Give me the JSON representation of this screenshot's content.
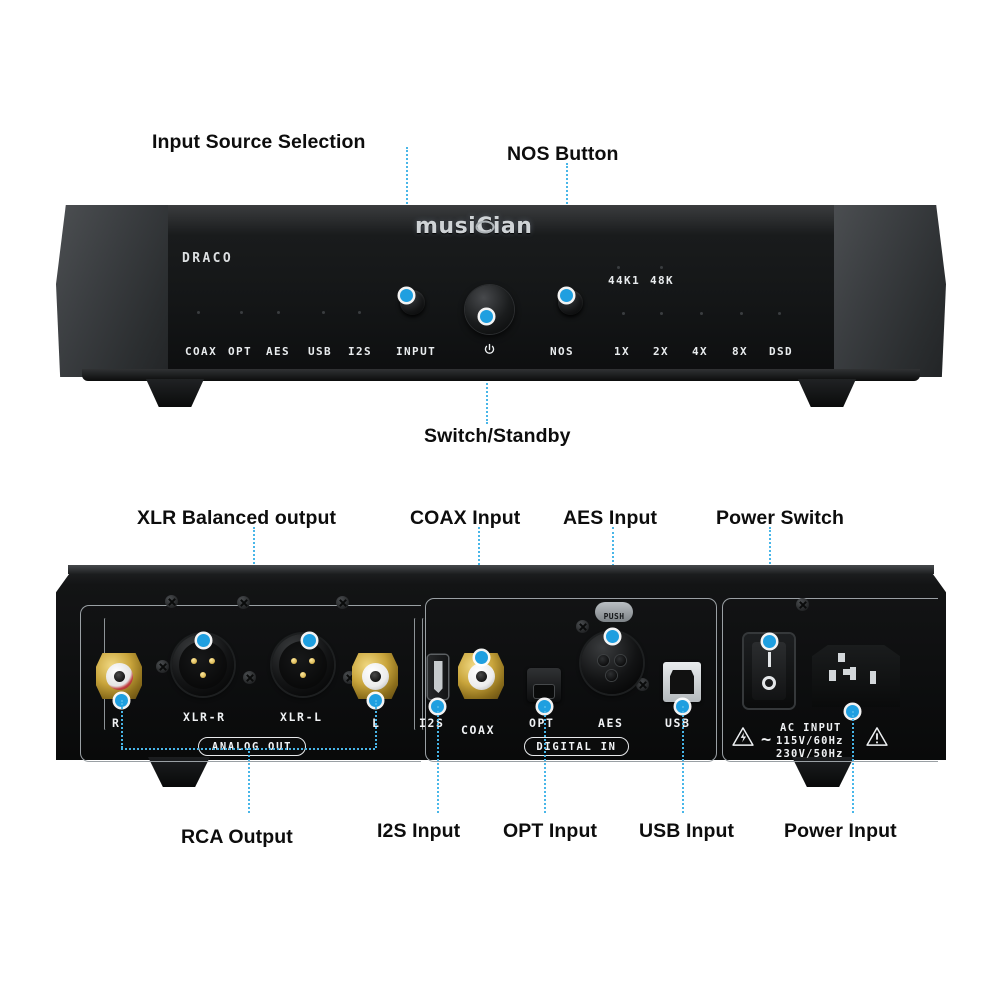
{
  "product": {
    "brand": "MUSICIAN",
    "model": "DRACO"
  },
  "front": {
    "callouts": {
      "input_source": "Input Source Selection",
      "nos_button": "NOS Button",
      "switch_standby": "Switch/Standby"
    },
    "input_labels": [
      "COAX",
      "OPT",
      "AES",
      "USB",
      "I2S"
    ],
    "button_labels": {
      "input": "INPUT",
      "power": "power-symbol",
      "nos": "NOS"
    },
    "rate_labels_top": [
      "44K1",
      "48K"
    ],
    "rate_labels_bottom": [
      "1X",
      "2X",
      "4X",
      "8X",
      "DSD"
    ]
  },
  "rear": {
    "callouts_top": {
      "xlr": "XLR Balanced output",
      "coax": "COAX Input",
      "aes": "AES Input",
      "power_switch": "Power Switch"
    },
    "callouts_bottom": {
      "rca": "RCA Output",
      "i2s": "I2S Input",
      "opt": "OPT Input",
      "usb": "USB Input",
      "power_input": "Power Input"
    },
    "port_labels": {
      "rca_r": "R",
      "xlr_r": "XLR-R",
      "xlr_l": "XLR-L",
      "rca_l": "L",
      "i2s": "I2S",
      "coax": "COAX",
      "opt": "OPT",
      "aes": "AES",
      "usb": "USB"
    },
    "group_labels": {
      "analog": "ANALOG OUT",
      "digital": "DIGITAL IN"
    },
    "xlr_latch": "PUSH",
    "ac": {
      "title": "AC INPUT",
      "line1": "115V/60Hz",
      "line2": "230V/50Hz",
      "wave": "~"
    }
  },
  "colors": {
    "accent": "#1f9fe0",
    "leader": "#49b6e8",
    "chassis": "#141617",
    "gold": "#c9a53c"
  }
}
